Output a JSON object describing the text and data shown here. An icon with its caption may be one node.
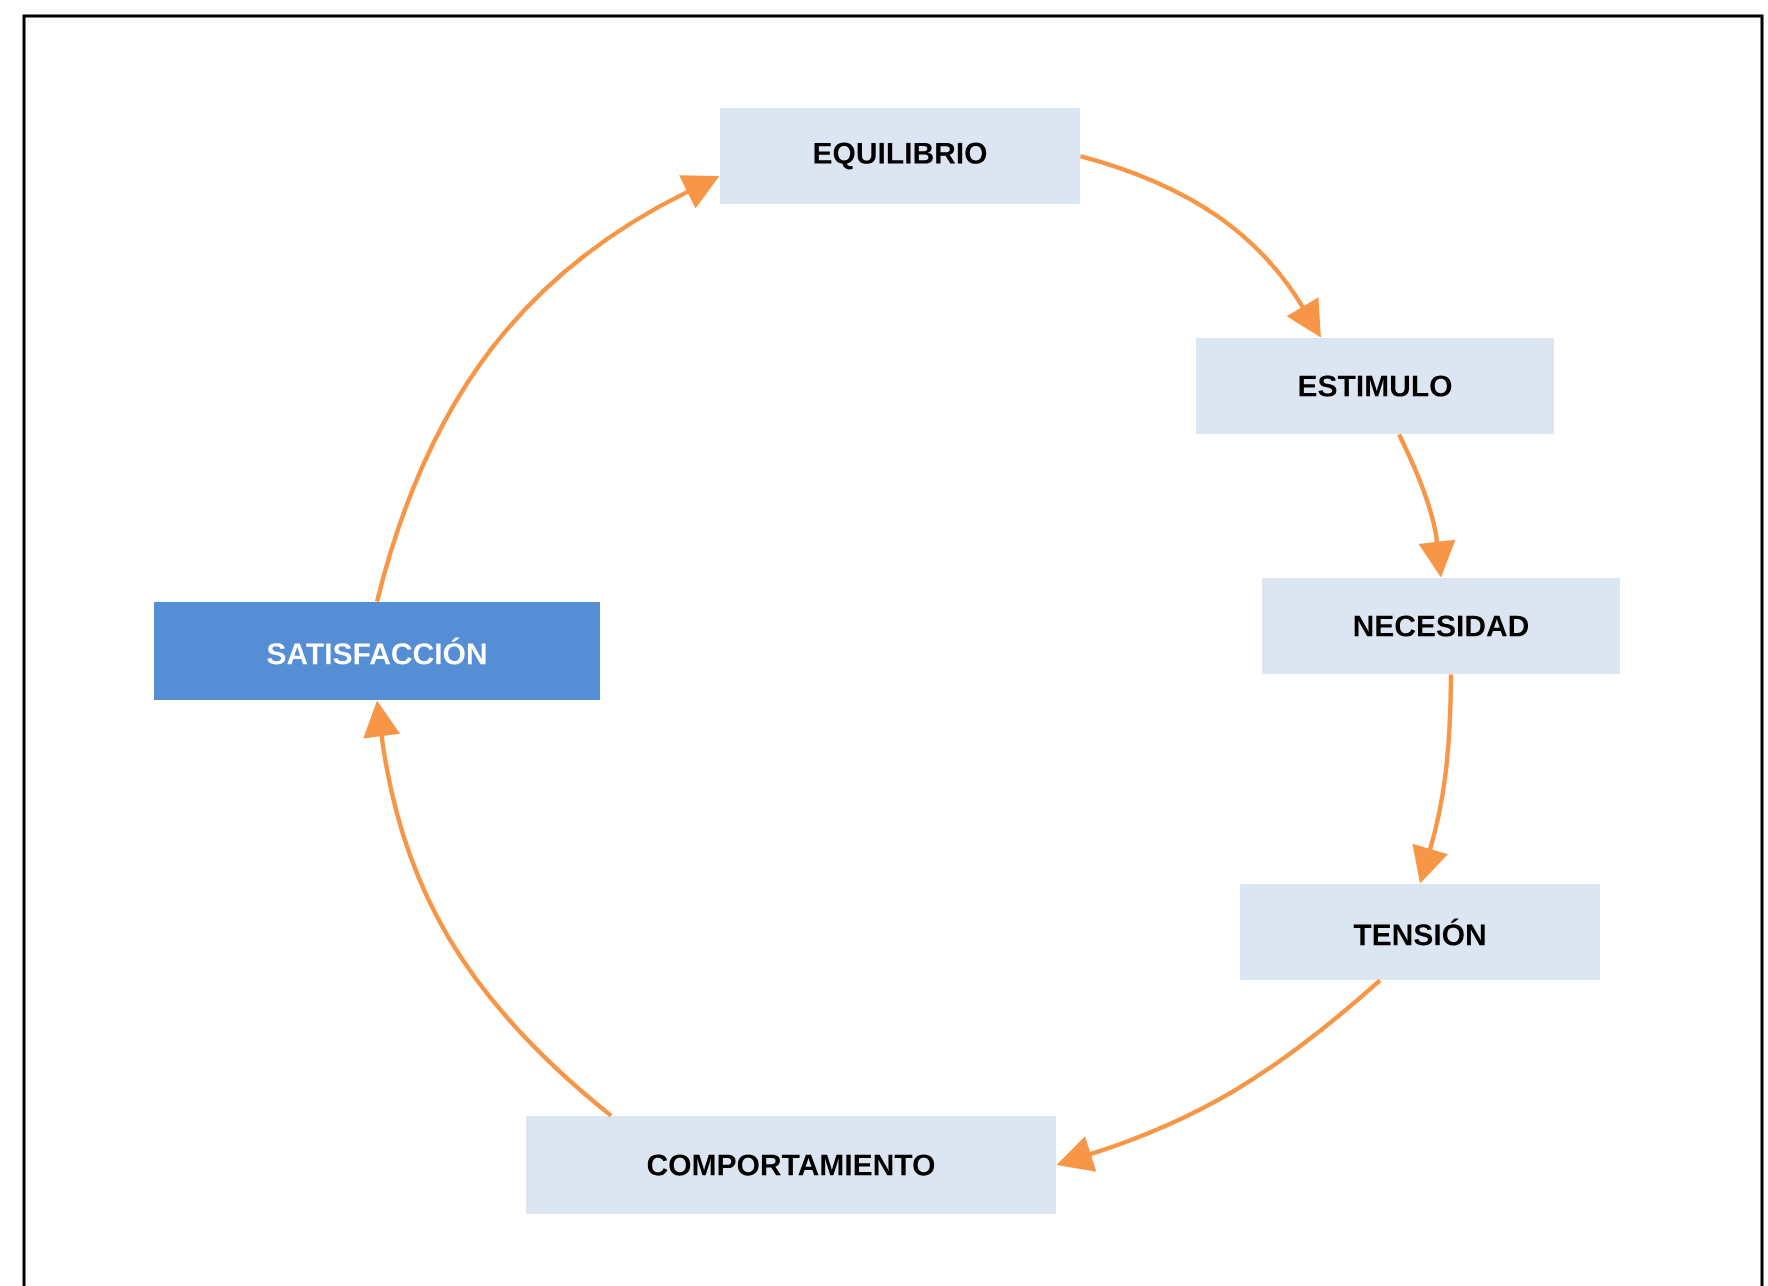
{
  "diagram": {
    "nodes": [
      {
        "text": [
          "EQUILIBRIO"
        ]
      },
      {
        "text": [
          "ESTIMULO"
        ]
      },
      {
        "text": [
          "NECESIDAD"
        ]
      },
      {
        "text": [
          "TENSIÓN"
        ]
      },
      {
        "text": [
          "COMPORTAMIENTO"
        ]
      },
      {
        "text": [
          "SATISFACCIÓN"
        ]
      }
    ],
    "edges": [
      {
        "from": 0,
        "to": 1,
        "arrow": "to"
      },
      {
        "from": 1,
        "to": 2,
        "arrow": "to"
      },
      {
        "from": 2,
        "to": 3,
        "arrow": "to"
      },
      {
        "from": 3,
        "to": 4,
        "arrow": "to"
      },
      {
        "from": 4,
        "to": 5,
        "arrow": "to"
      },
      {
        "from": 5,
        "to": 0,
        "arrow": "to"
      }
    ]
  }
}
